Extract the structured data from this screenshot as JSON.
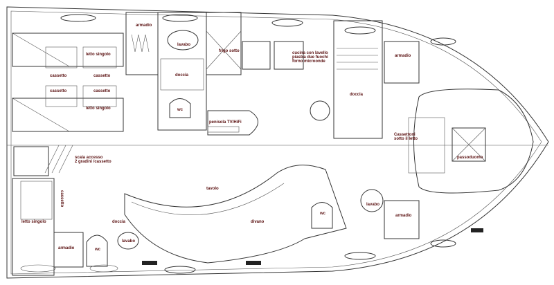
{
  "labels": {
    "armadio_fwd_left": "armadio",
    "lavabo_top": "lavabo",
    "doccia_top": "doccia",
    "wc_top": "wc",
    "frigo": "frigo sotto",
    "cucina_1": "cucina con lavello",
    "cucina_2": "piastra due fuochi",
    "cucina_3": "forno microonde",
    "penisola": "penisola TV/HiFi",
    "letto_singolo_1": "letto singolo",
    "letto_singolo_2": "letto singolo",
    "cassetto_1": "cassetto",
    "cassetto_2": "cassetto",
    "cassetto_3": "cassetto",
    "cassetto_4": "cassetto",
    "doccia_fwd": "doccia",
    "armadio_fwd_top": "armadio",
    "cassettoni_1": "Cassettoni",
    "cassettoni_2": "sotto il letto",
    "passoduomo": "passoduomo",
    "scala_1": "scala accesso",
    "scala_2": "2 gradini /cassetto",
    "tavolo": "tavolo",
    "divano": "divano",
    "wc_mid": "wc",
    "lavabo_fwd": "lavabo",
    "armadio_fwd_bottom": "armadio",
    "cassetto_aft": "cassetto",
    "letto_singolo_aft": "letto singolo",
    "armadio_aft": "armadio",
    "doccia_aft": "doccia",
    "wc_aft": "wc",
    "lavabo_aft": "lavabo"
  }
}
